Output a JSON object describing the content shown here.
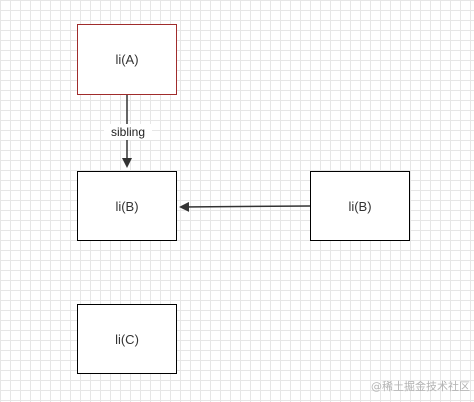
{
  "colors": {
    "highlight_border": "#a02c2c",
    "default_border": "#000000",
    "edge": "#333333"
  },
  "nodes": {
    "a": {
      "label": "li(A)"
    },
    "b": {
      "label": "li(B)"
    },
    "b_source": {
      "label": "li(B)"
    },
    "c": {
      "label": "li(C)"
    }
  },
  "edges": {
    "a_to_b": {
      "label": "sibling"
    }
  },
  "watermark": "@稀土掘金技术社区"
}
